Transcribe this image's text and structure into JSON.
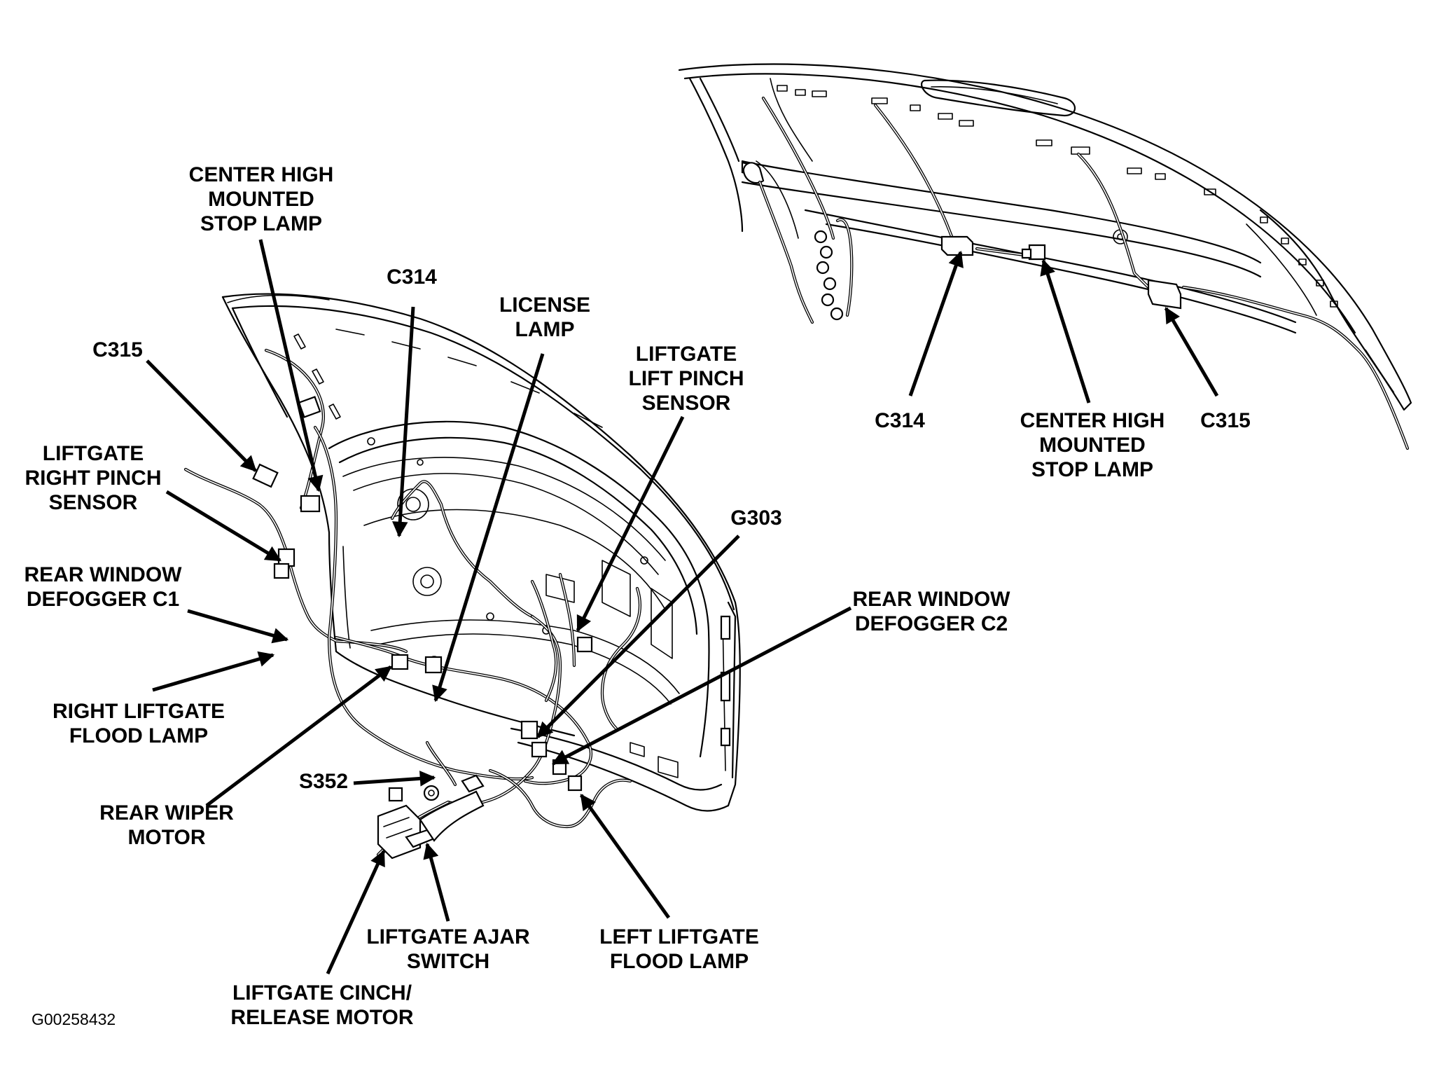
{
  "figure_id": "G00258432",
  "labels": {
    "chmsl_main": "CENTER HIGH\nMOUNTED\nSTOP LAMP",
    "c314_main": "C314",
    "license_lamp": "LICENSE\nLAMP",
    "lift_pinch": "LIFTGATE\nLIFT PINCH\nSENSOR",
    "c315_main": "C315",
    "right_pinch": "LIFTGATE\nRIGHT PINCH\nSENSOR",
    "defog_c1": "REAR WINDOW\nDEFOGGER C1",
    "right_flood": "RIGHT LIFTGATE\nFLOOD LAMP",
    "wiper_motor": "REAR WIPER\nMOTOR",
    "s352": "S352",
    "g303": "G303",
    "defog_c2": "REAR WINDOW\nDEFOGGER C2",
    "ajar_switch": "LIFTGATE AJAR\nSWITCH",
    "left_flood": "LEFT LIFTGATE\nFLOOD LAMP",
    "cinch_motor": "LIFTGATE CINCH/\nRELEASE MOTOR",
    "c314_inset": "C314",
    "chmsl_inset": "CENTER HIGH\nMOUNTED\nSTOP LAMP",
    "c315_inset": "C315"
  }
}
